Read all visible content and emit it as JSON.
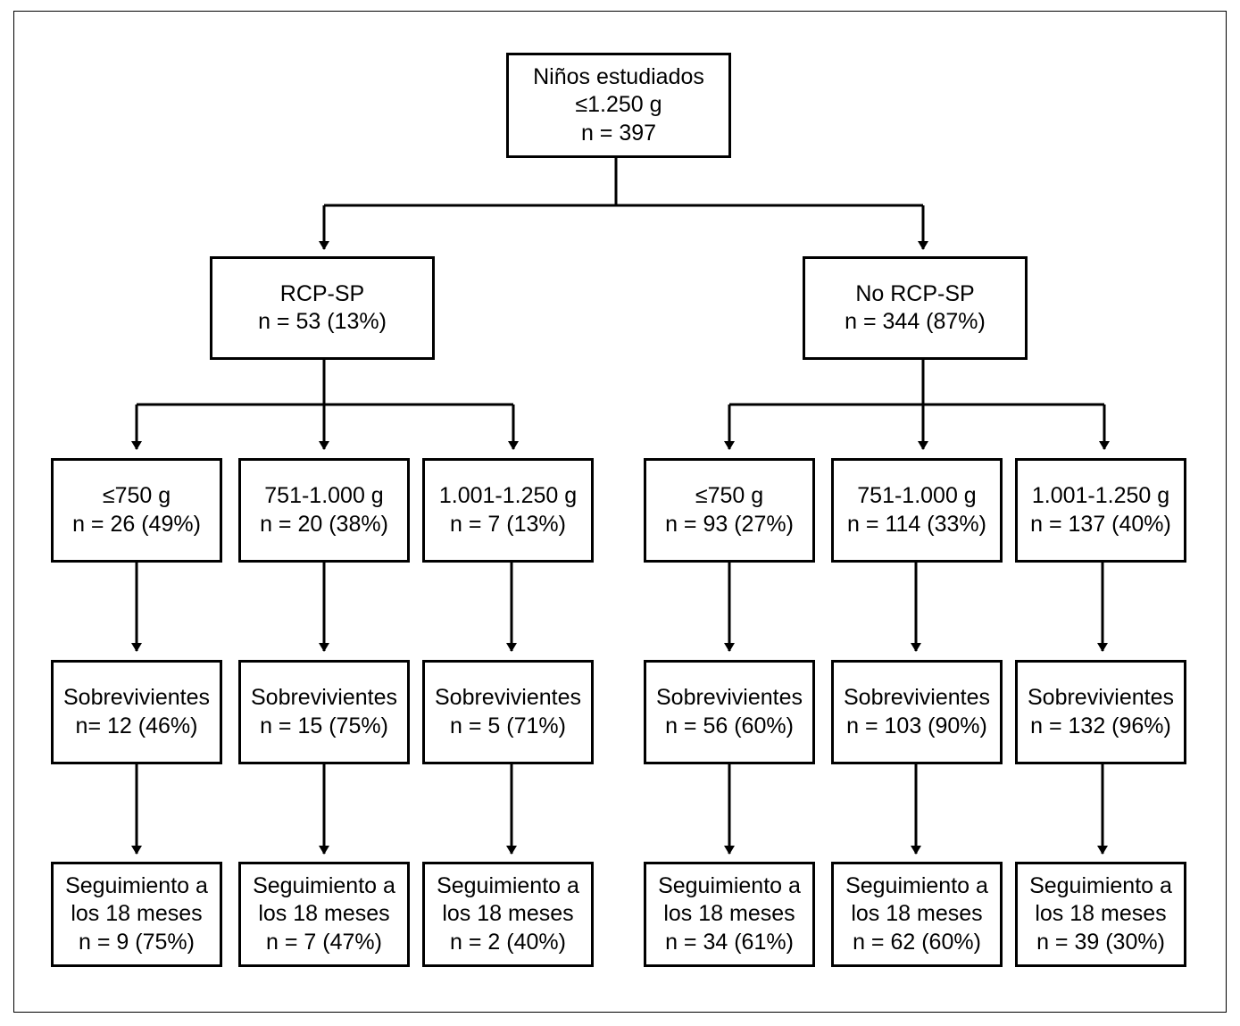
{
  "root": {
    "lines": [
      "Niños estudiados",
      "≤1.250 g",
      "n = 397"
    ]
  },
  "groups": [
    {
      "lines": [
        "RCP-SP",
        "n = 53 (13%)"
      ]
    },
    {
      "lines": [
        "No RCP-SP",
        "n = 344 (87%)"
      ]
    }
  ],
  "weight": [
    {
      "lines": [
        "≤750 g",
        "n = 26 (49%)"
      ]
    },
    {
      "lines": [
        "751-1.000 g",
        "n = 20 (38%)"
      ]
    },
    {
      "lines": [
        "1.001-1.250 g",
        "n = 7 (13%)"
      ]
    },
    {
      "lines": [
        "≤750 g",
        "n = 93 (27%)"
      ]
    },
    {
      "lines": [
        "751-1.000 g",
        "n = 114 (33%)"
      ]
    },
    {
      "lines": [
        "1.001-1.250 g",
        "n = 137 (40%)"
      ]
    }
  ],
  "survivors": [
    {
      "lines": [
        "Sobrevivientes",
        "n= 12 (46%)"
      ]
    },
    {
      "lines": [
        "Sobrevivientes",
        "n = 15 (75%)"
      ]
    },
    {
      "lines": [
        "Sobrevivientes",
        "n = 5 (71%)"
      ]
    },
    {
      "lines": [
        "Sobrevivientes",
        "n = 56 (60%)"
      ]
    },
    {
      "lines": [
        "Sobrevivientes",
        "n = 103 (90%)"
      ]
    },
    {
      "lines": [
        "Sobrevivientes",
        "n = 132 (96%)"
      ]
    }
  ],
  "followup": [
    {
      "lines": [
        "Seguimiento a",
        "los 18 meses",
        "n = 9 (75%)"
      ]
    },
    {
      "lines": [
        "Seguimiento a",
        "los 18 meses",
        "n = 7 (47%)"
      ]
    },
    {
      "lines": [
        "Seguimiento a",
        "los 18 meses",
        "n = 2 (40%)"
      ]
    },
    {
      "lines": [
        "Seguimiento a",
        "los 18 meses",
        "n = 34 (61%)"
      ]
    },
    {
      "lines": [
        "Seguimiento a",
        "los 18 meses",
        "n = 62 (60%)"
      ]
    },
    {
      "lines": [
        "Seguimiento a",
        "los 18 meses",
        "n = 39 (30%)"
      ]
    }
  ]
}
